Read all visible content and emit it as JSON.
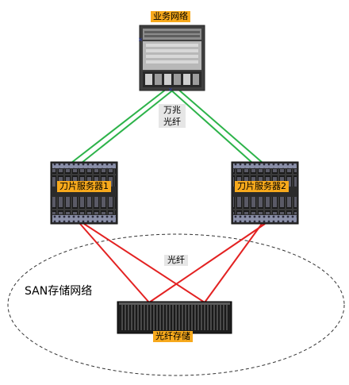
{
  "labels": {
    "business_network": "业务网络",
    "ten_gig": "万兆",
    "fiber_top": "光纤",
    "blade_server_1": "刀片服务器1",
    "blade_server_2": "刀片服务器2",
    "fiber_mid": "光纤",
    "san_network": "SAN存储网络",
    "fiber_storage": "光纤存储"
  },
  "colors": {
    "uplink": "#2db34a",
    "san_link": "#e32222",
    "label_bg": "#f7a91c",
    "ellipse": "#333333"
  }
}
